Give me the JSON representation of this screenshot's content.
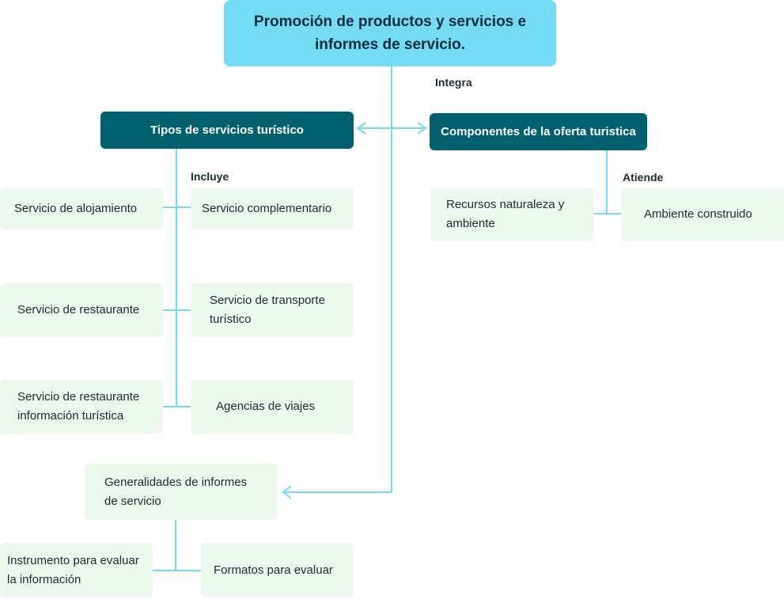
{
  "root": {
    "title": "Promoción de productos y servicios e informes de servicio."
  },
  "labels": {
    "integra": "Integra",
    "incluye": "Incluye",
    "atiende": "Atiende"
  },
  "tipos": {
    "title": "Tipos de servicios turístico",
    "left_items": [
      "Servicio de alojamiento",
      "Servicio de restaurante",
      "Servicio de restaurante información turística"
    ],
    "right_items": [
      "Servicio complementario",
      "Servicio de transporte turístico",
      "Agencias de viajes"
    ]
  },
  "componentes": {
    "title": "Componentes de la oferta turistica",
    "items": [
      "Recursos naturaleza y ambiente",
      "Ambiente construido"
    ]
  },
  "generalidades": {
    "title": "Generalidades de informes de servicio",
    "items": [
      "Instrumento para evaluar la información",
      "Formatos para evaluar"
    ]
  },
  "colors": {
    "root": "#74dbf2",
    "dark_node": "#00606e",
    "light_node": "#ecf9ec",
    "connector": "#74dbf2"
  }
}
